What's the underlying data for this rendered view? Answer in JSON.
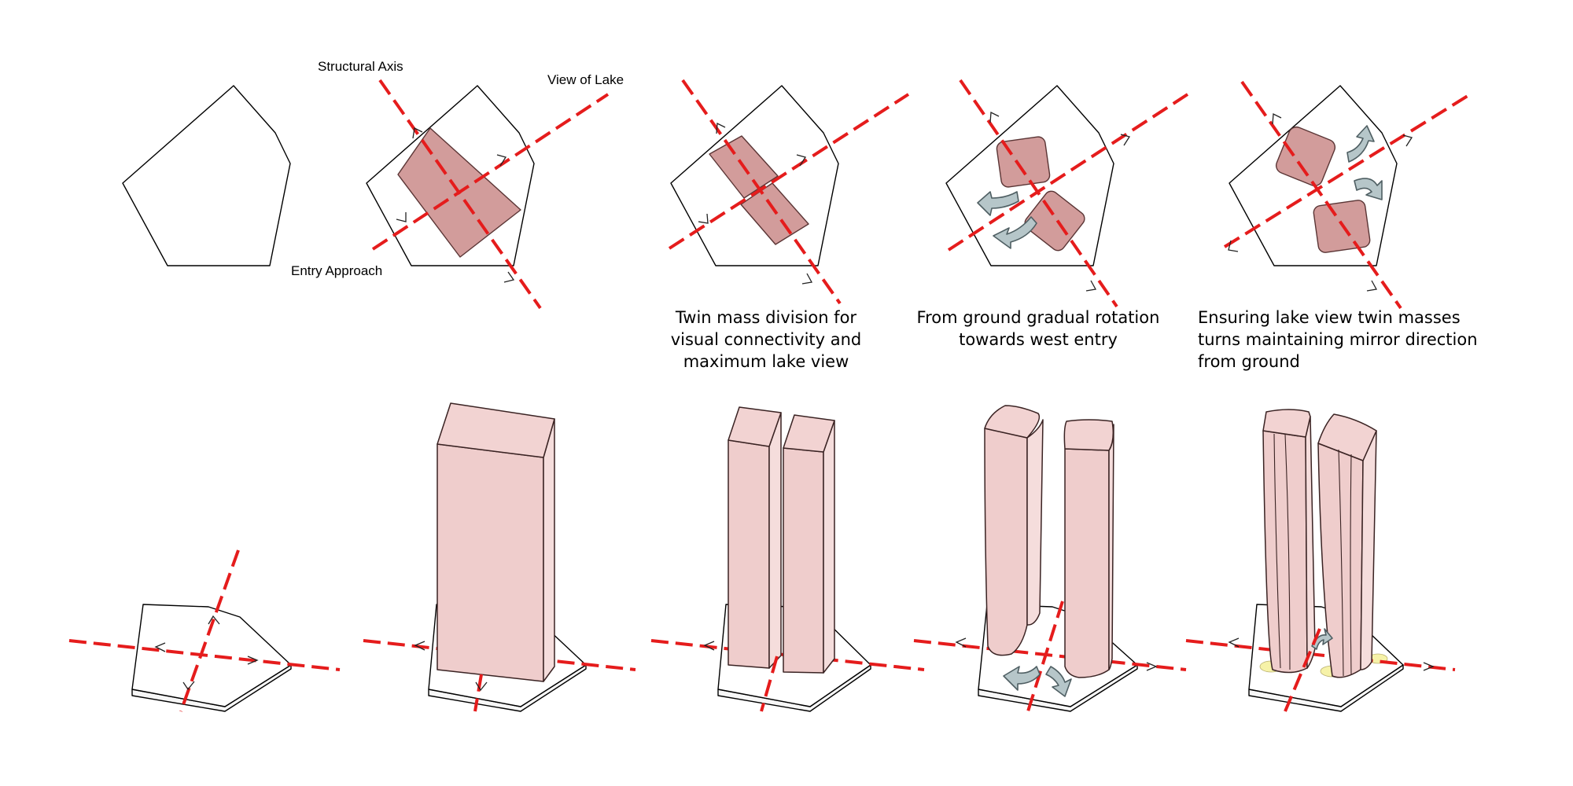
{
  "diagram": {
    "labels": {
      "structural_axis": "Structural Axis",
      "view_of_lake": "View of Lake",
      "entry_approach": "Entry Approach"
    },
    "captions": {
      "step3": [
        "Twin mass division for",
        "visual connectivity and",
        "maximum lake view"
      ],
      "step4": [
        "From ground gradual rotation",
        "towards west entry"
      ],
      "step5": [
        "Ensuring lake view twin masses",
        "turns maintaining mirror direction",
        "from ground"
      ]
    },
    "colors": {
      "axis": "#e51c1c",
      "mass_plan": "#d29c9b",
      "mass_front": "#efcdcc",
      "mass_side": "#f5dddc",
      "mass_top": "#f2d3d2",
      "rotation_arrow": "#b6c6c9"
    },
    "icons": [
      "axis-arrow-icon",
      "rotation-arrow-icon"
    ]
  }
}
